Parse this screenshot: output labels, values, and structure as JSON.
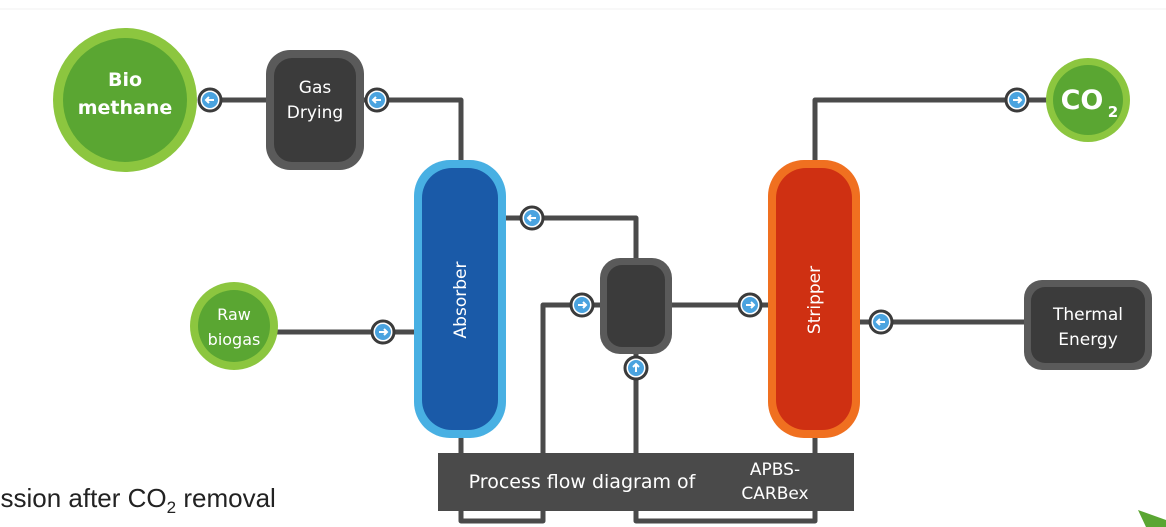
{
  "diagram": {
    "nodes": {
      "bio_methane": {
        "line1": "Bio",
        "line2": "methane"
      },
      "gas_drying": {
        "line1": "Gas",
        "line2": "Drying"
      },
      "co2": {
        "text": "CO",
        "sub": "2"
      },
      "raw_biogas": {
        "line1": "Raw",
        "line2": "biogas"
      },
      "absorber": {
        "label": "Absorber"
      },
      "stripper": {
        "label": "Stripper"
      },
      "thermal_energy": {
        "line1": "Thermal",
        "line2": "Energy"
      }
    },
    "caption_bar": {
      "text": "Process flow diagram of",
      "line1": "APBS-",
      "line2": "CARBex"
    }
  },
  "page_caption": {
    "text": "ession after CO",
    "sub": "2",
    "tail": " removal"
  },
  "colors": {
    "green": "#5aa632",
    "green_ring": "#8cc63f",
    "dark": "#3b3b3b",
    "dark_ring": "#5a5a5a",
    "blue": "#1a5aa8",
    "blue_ring": "#48b0e3",
    "red": "#cf3012",
    "orange_ring": "#f07020",
    "arrow": "#4aa3df",
    "line": "#4a4a4a"
  }
}
